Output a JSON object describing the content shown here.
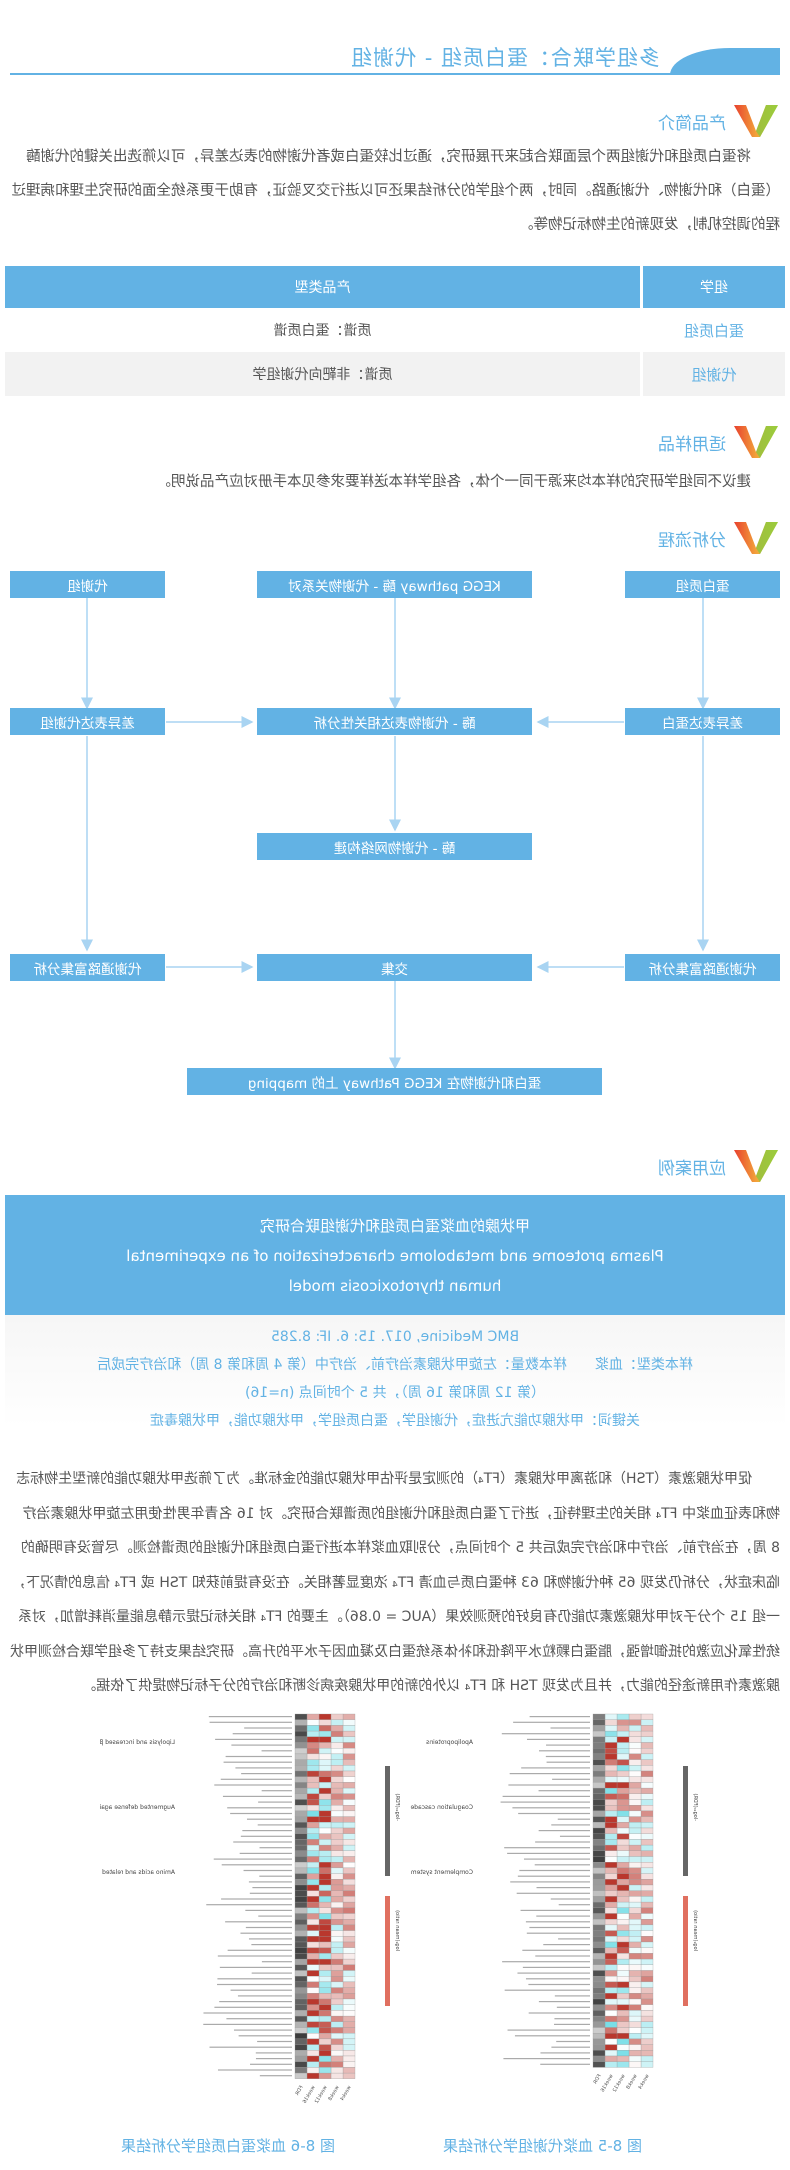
{
  "title": "多组学联合：蛋白质组 - 代谢组",
  "sections": {
    "intro": {
      "label": "产品简介",
      "text": "将蛋白质组和代谢组两个层面联合起来开展研究，通过比较蛋白或者代谢物的表达差异，可以筛选出关键的代谢酶（蛋白）和代谢物、代谢通路。同时，两个组学的分析结果还可以进行交叉验证，有助于更系统全面的研究生理和病理过程的调控机制，发现新的生物标记物等。"
    },
    "samples": {
      "label": "适用样品",
      "text": "建议不同组学研究的样本均来源于同一个体，各组学样本送样要求参见本手册对应产品说明。"
    },
    "workflow": {
      "label": "分析流程"
    },
    "case": {
      "label": "应用案例"
    }
  },
  "product_table": {
    "headers": [
      "组学",
      "产品类型"
    ],
    "rows": [
      [
        "蛋白质组",
        "质谱：蛋白质谱"
      ],
      [
        "代谢组",
        "质谱：非靶向代谢组学"
      ]
    ]
  },
  "flow": {
    "proteome": "蛋白质组",
    "kegg": "KEGG pathway 酶 - 代谢物关系对",
    "metabolome": "代谢组",
    "diff_protein": "差异表达蛋白",
    "correlation": "酶 - 代谢物表达相关性分析",
    "diff_metabolite": "差异表达代谢组",
    "network": "酶 - 代谢物网络构建",
    "enrich_protein": "代谢通路富集分析",
    "intersect": "交集",
    "enrich_metabolite": "代谢通路富集分析",
    "mapping": "蛋白和代谢物在 KEGG Pathway 上的 mapping"
  },
  "case_study": {
    "title_cn": "甲状腺的血浆蛋白质组和代谢组联合研究",
    "title_en_1": "Plasma proteome and metabolome characterization of an experimental",
    "title_en_2": "human thyrotoxicosis model",
    "journal": "BMC Medicine, 017. 15: 6. IF: 8.285",
    "sample_line_1": "样本类型：血浆　　样本数量：左旋甲状腺素治疗前、治疗中（第 4 周和第 8 周）和治疗完成后",
    "sample_line_2": "（第 12 周和第 16 周），共 5 个时间点 (n=16)",
    "keywords": "关键词：甲状腺功能亢进症，代谢组学，蛋白质组学，甲状腺功能，甲状腺毒症",
    "body": "促甲状腺激素（TSH）和游离甲状腺素（FT₄）的测定是评估甲状腺功能的金标准。为了筛选甲状腺功能的新型生物标志物和表征血浆中 FT₄ 相关的生理特征，进行了蛋白质组和代谢组的质谱联合研究。对 16 名青年男性使用左旋甲状腺素治疗 8 周，在治疗前、治疗中和治疗完成后共 5 个时间点，分别取血浆样本进行蛋白质组和代谢组的质谱检测。尽管没有明确的临床症状，分析仍发现 65 种代谢物和 63 种蛋白质与血清 FT₄ 浓度显著相关。在没有提前获知 TSH 或 FT₄ 信息的情况下，一组 15 个分子对甲状腺激素功能仍有良好的预测效果（AUC = 0.86）。主要的 FT₄ 相关标记提示静息能量消耗增加，对系统性氧化应激的抵御增强，脂蛋白颗粒水平降低和补体系统蛋白及凝血因子水平的升高。研究结果支持了多组学联合检测甲状腺激素作用新途径的能力，并且为发现 TSH 和 FT₄ 以外的新的甲状腺疾病诊断和治疗的分子标记物提供了依据。"
  },
  "figures": {
    "fig_8_5": {
      "caption": "图 8-5 血浆代谢组学分析结果",
      "columns": [
        "week4",
        "week8",
        "week12",
        "week16",
        "FDR"
      ],
      "groups": [
        "Lipolysis and increased β - oxidation",
        "Augmented defense against oxidative stress",
        "Amino acids and related compounds"
      ],
      "fdr_label": "-log₁₀(FDR)",
      "ratio_label": "log₂(mean ratio)"
    },
    "fig_8_6": {
      "caption": "图 8-6 血浆蛋白质组学分析结果",
      "columns": [
        "week4",
        "week8",
        "week12",
        "week16",
        "FDR"
      ],
      "groups": [
        "Apolipoproteins",
        "Coagulation cascade",
        "Complement system"
      ],
      "fdr_label": "-log₁₀(FDR)",
      "ratio_label": "log₂(mean ratio)"
    }
  },
  "colors": {
    "accent": "#62b2e4",
    "heat_high": "#b5372a",
    "heat_low": "#1fc8d8"
  }
}
